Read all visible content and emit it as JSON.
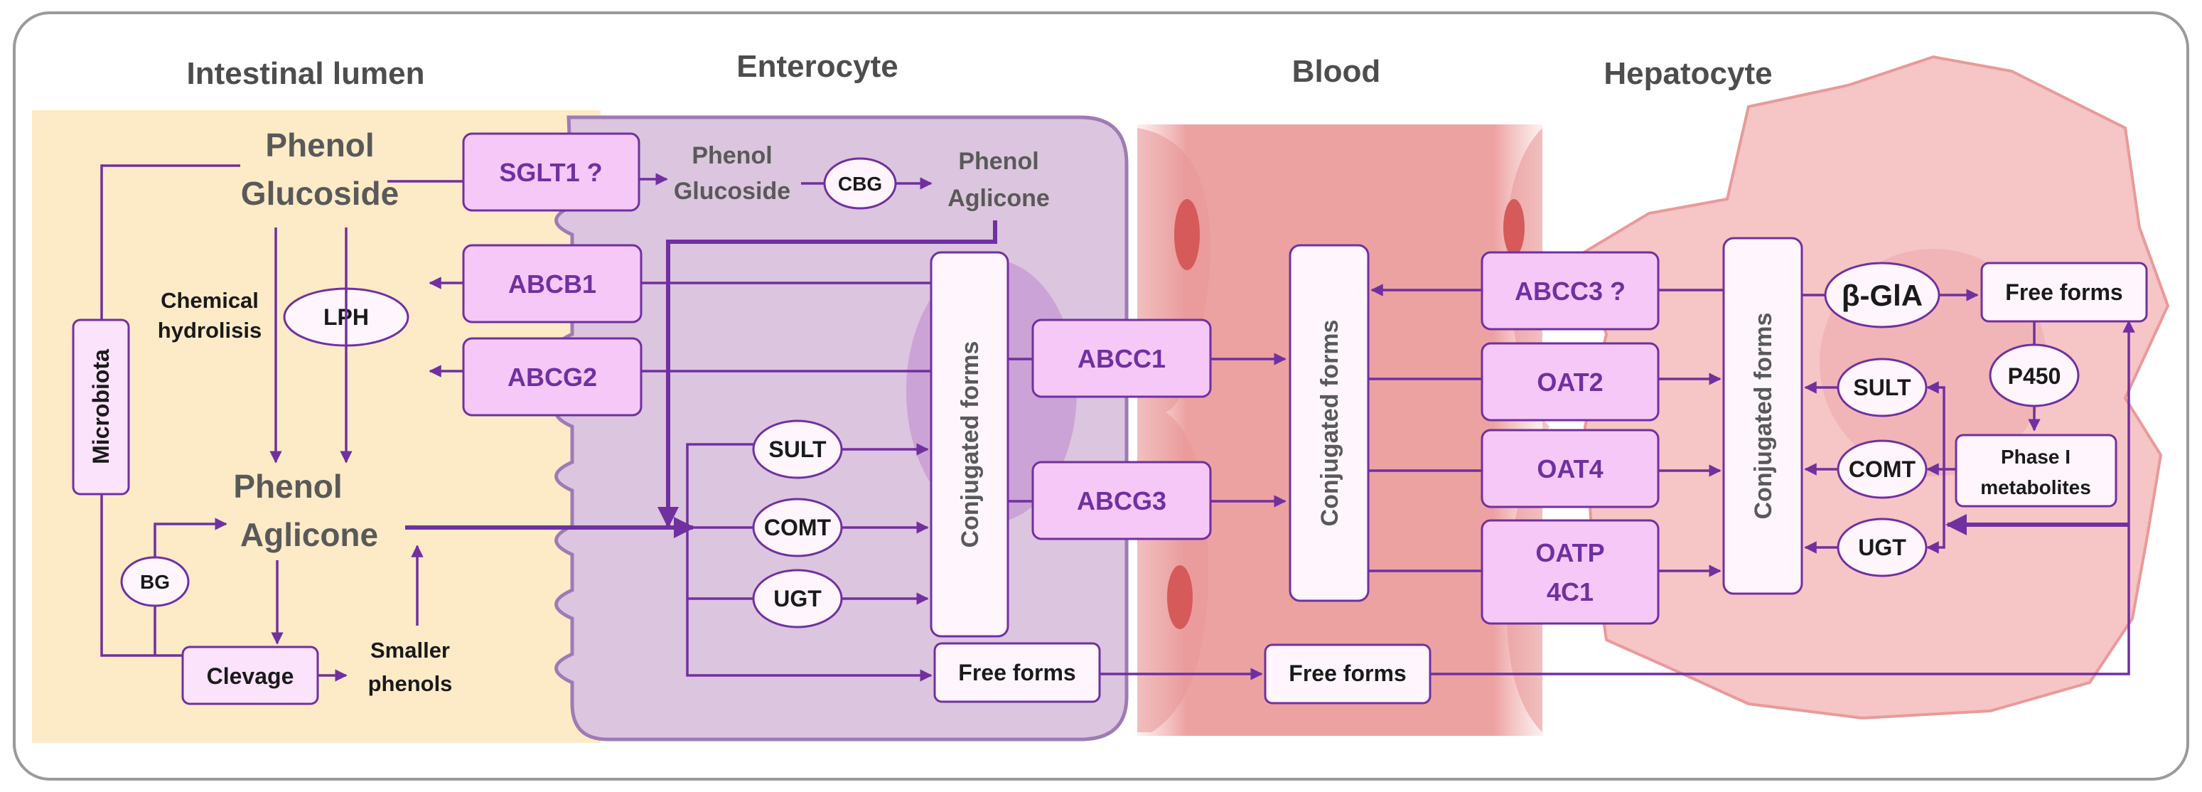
{
  "regions": {
    "lumen": "Intestinal lumen",
    "enterocyte": "Enterocyte",
    "blood": "Blood",
    "hepatocyte": "Hepatocyte"
  },
  "lumen": {
    "phenol_glucoside_1": "Phenol",
    "phenol_glucoside_2": "Glucoside",
    "chemical_1": "Chemical",
    "chemical_2": "hydrolisis",
    "lph": "LPH",
    "microbiota": "Microbiota",
    "phenol_aglicone_1": "Phenol",
    "phenol_aglicone_2": "Aglicone",
    "bg": "BG",
    "clevage": "Clevage",
    "smaller_1": "Smaller",
    "smaller_2": "phenols"
  },
  "enterocyte": {
    "sglt1": "SGLT1 ?",
    "glucoside_1": "Phenol",
    "glucoside_2": "Glucoside",
    "cbg": "CBG",
    "aglicone_1": "Phenol",
    "aglicone_2": "Aglicone",
    "abcb1": "ABCB1",
    "abcg2": "ABCG2",
    "sult": "SULT",
    "comt": "COMT",
    "ugt": "UGT",
    "conjugated": "Conjugated forms",
    "abcc1": "ABCC1",
    "abcg3": "ABCG3",
    "free_forms": "Free forms"
  },
  "blood": {
    "conjugated": "Conjugated forms",
    "free_forms": "Free forms"
  },
  "hepatocyte": {
    "abcc3": "ABCC3 ?",
    "oat2": "OAT2",
    "oat4": "OAT4",
    "oatp_1": "OATP",
    "oatp_2": "4C1",
    "conjugated": "Conjugated forms",
    "b_gla": "β-GlA",
    "free_forms": "Free forms",
    "p450": "P450",
    "sult": "SULT",
    "comt": "COMT",
    "ugt": "UGT",
    "phase1_1": "Phase I",
    "phase1_2": "metabolites"
  }
}
